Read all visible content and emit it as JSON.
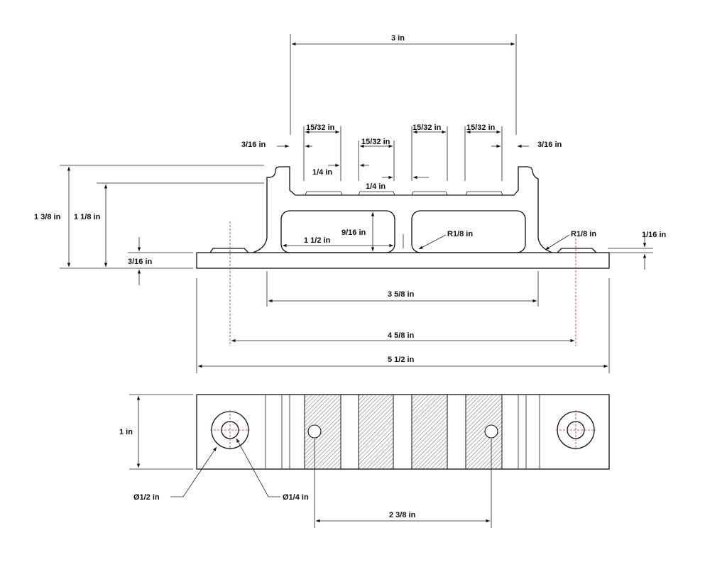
{
  "dimensions": {
    "overall_span": "3 in",
    "pocket_width_left": "15/32 in",
    "pocket_width_center": "15/32 in",
    "pocket_width_right_a": "15/32 in",
    "pocket_width_right_b": "15/32 in",
    "side_wall_left": "3/16 in",
    "side_wall_right": "3/16 in",
    "rib_left": "1/4 in",
    "rib_center": "1/4 in",
    "height_total": "1 3/8 in",
    "height_upper": "1 1/8 in",
    "base_thickness": "3/16 in",
    "window_width": "1 1/2 in",
    "window_height": "9/16 in",
    "fillet_window": "R1/8 in",
    "fillet_flange": "R1/8 in",
    "flange_offset": "1/16 in",
    "body_width": "3 5/8 in",
    "hole_spacing": "4 5/8 in",
    "base_length": "5 1/2 in",
    "plan_width": "1 in",
    "counterbore_dia": "Ø1/2 in",
    "hole_dia": "Ø1/4 in",
    "small_hole_spacing": "2 3/8 in"
  },
  "colors": {
    "line": "#111111",
    "centerline": "#c0282d",
    "hatch": "#555555"
  }
}
